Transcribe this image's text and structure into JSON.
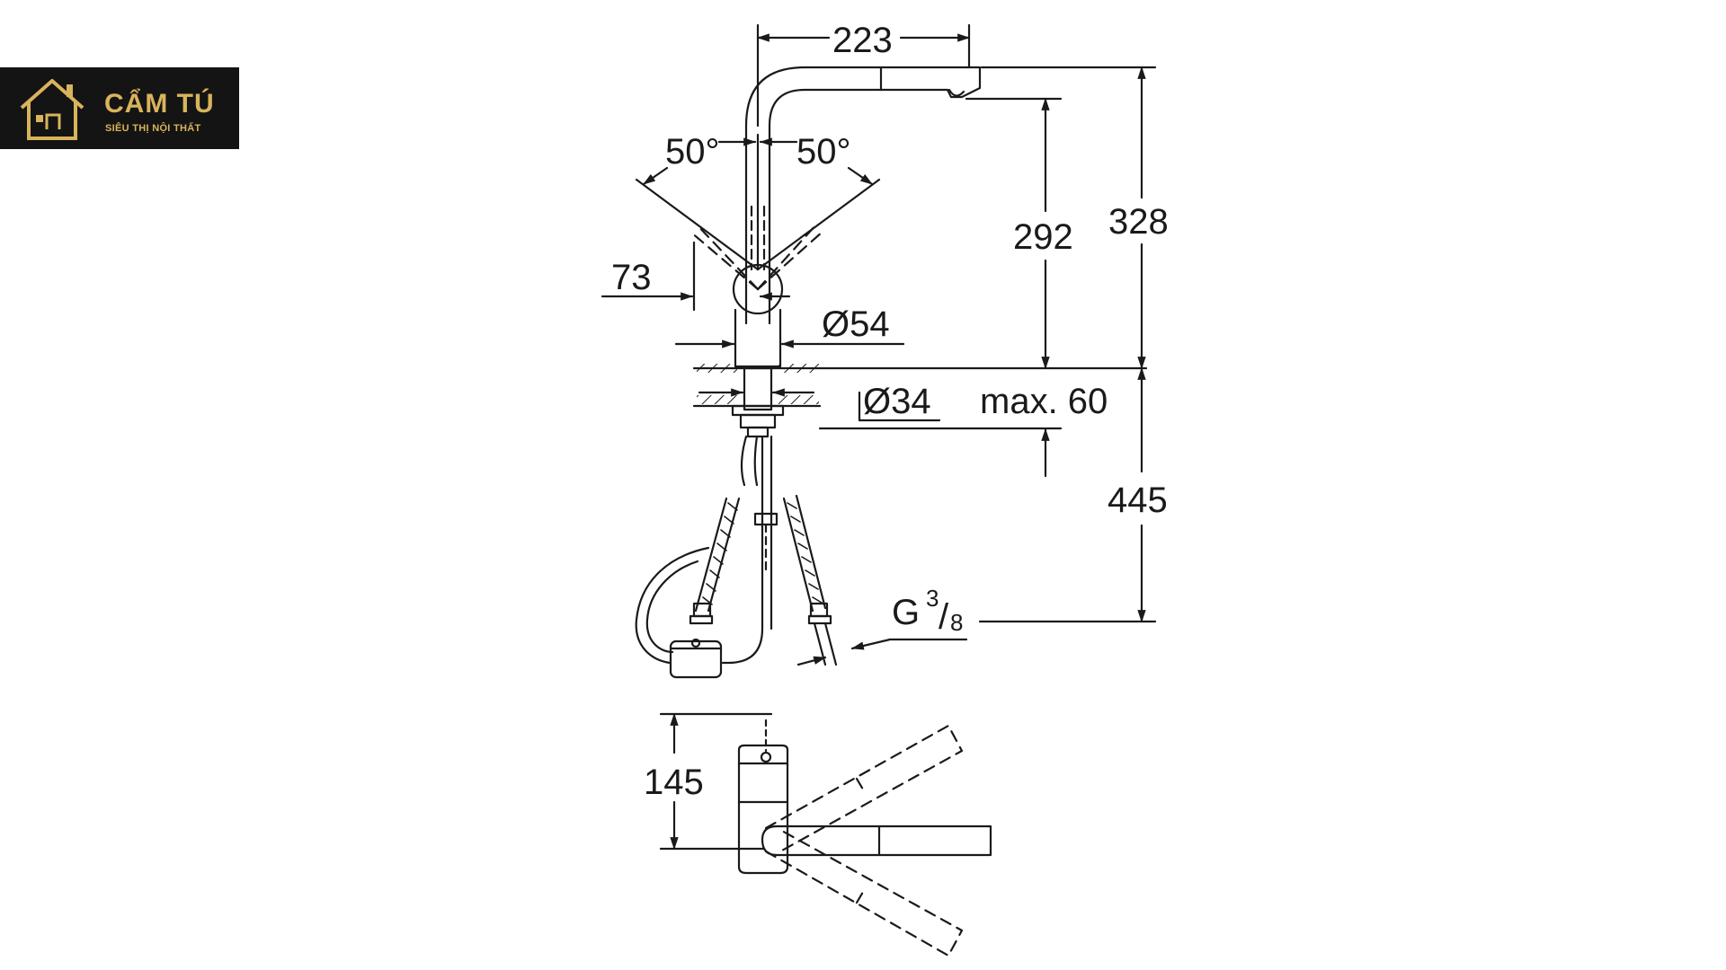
{
  "logo": {
    "brand": "CẨM TÚ",
    "tagline": "SIÊU THỊ NỘI THẤT",
    "colors": {
      "background": "#141414",
      "gold": "#d9b45c"
    }
  },
  "dimensions": {
    "spout_reach": "223",
    "swivel_left": "50°",
    "swivel_right": "50°",
    "lever_offset": "73",
    "body_diameter": "Ø54",
    "spout_height": "292",
    "total_height": "328",
    "hole_diameter": "Ø34",
    "deck_thickness": "max. 60",
    "hose_length": "445",
    "connection": "G",
    "connection_num": "3",
    "connection_den": "8",
    "top_view_depth": "145"
  },
  "colors": {
    "line": "#1a1a1a",
    "background": "#ffffff"
  }
}
